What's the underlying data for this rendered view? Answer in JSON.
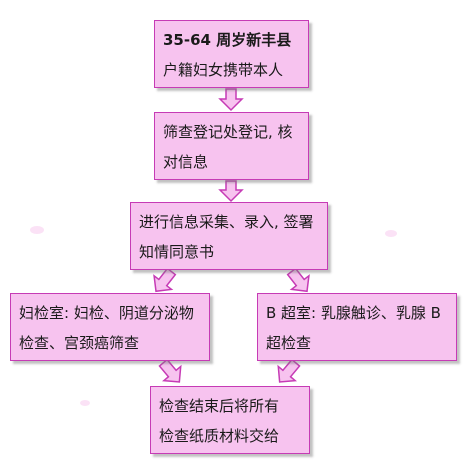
{
  "nodes": [
    {
      "id": "n1",
      "lines": [
        "35-64 周岁新丰县",
        "户籍妇女携带本人"
      ]
    },
    {
      "id": "n2",
      "lines": [
        "筛查登记处登记, 核",
        "对信息"
      ]
    },
    {
      "id": "n3",
      "lines": [
        "进行信息采集、录入, 签署",
        "知情同意书"
      ]
    },
    {
      "id": "n4",
      "lines": [
        "妇检室: 妇检、阴道分泌物",
        "检查、宫颈癌筛查"
      ]
    },
    {
      "id": "n5",
      "lines": [
        "B 超室: 乳腺触诊、乳腺 B",
        "超检查"
      ]
    },
    {
      "id": "n6",
      "lines": [
        "检查结束后将所有",
        "检查纸质材料交给"
      ]
    }
  ],
  "edges": [
    {
      "from": "n1",
      "to": "n2"
    },
    {
      "from": "n2",
      "to": "n3"
    },
    {
      "from": "n3",
      "to": "n4"
    },
    {
      "from": "n3",
      "to": "n5"
    },
    {
      "from": "n4",
      "to": "n6"
    },
    {
      "from": "n5",
      "to": "n6"
    }
  ],
  "colors": {
    "box_fill": "#f7c3ef",
    "box_border": "#c63bb5"
  }
}
